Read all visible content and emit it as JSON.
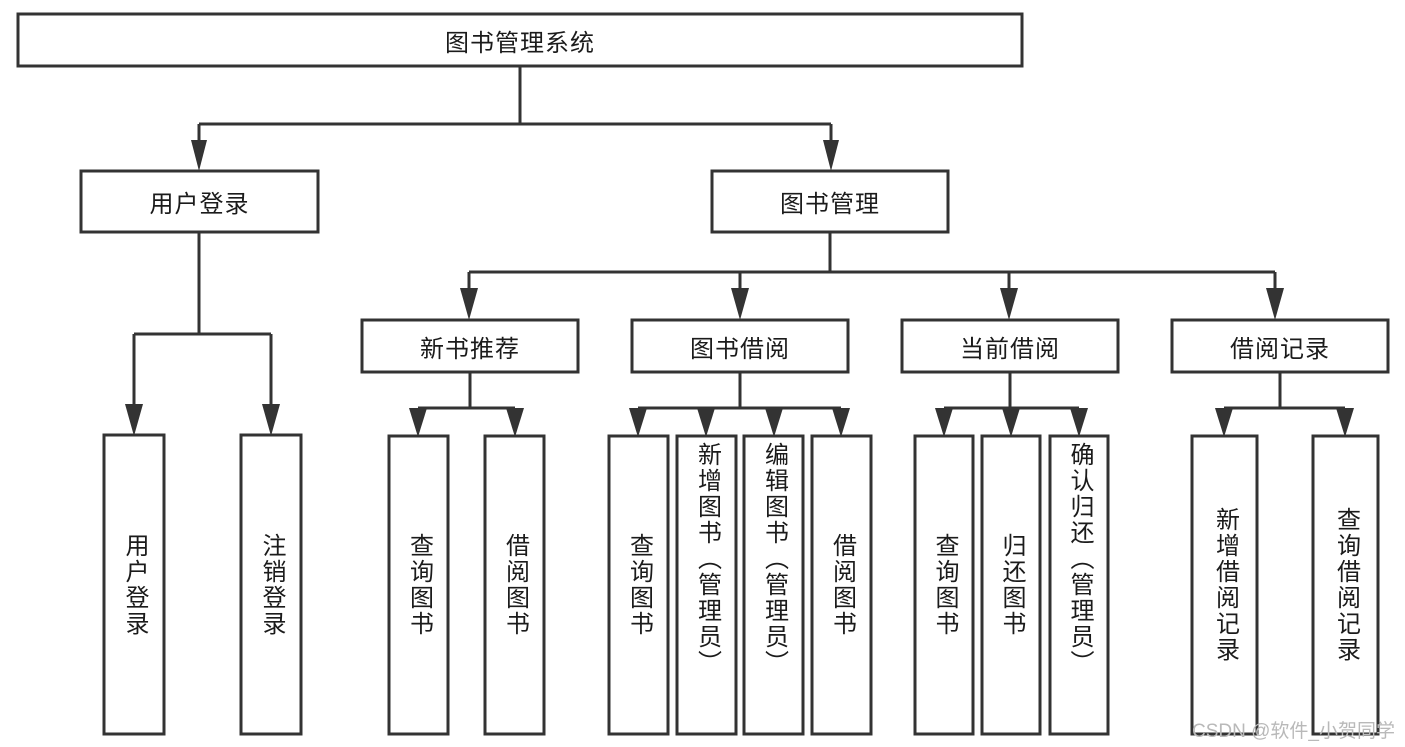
{
  "diagram": {
    "type": "tree",
    "title": "图书管理系统",
    "watermark": "CSDN @软件_小贺同学",
    "colors": {
      "box_stroke": "#333333",
      "box_fill": "#ffffff",
      "connector": "#333333",
      "text": "#1b1b1b",
      "watermark": "#b9b9b9"
    },
    "root": {
      "label": "图书管理系统"
    },
    "level2": [
      {
        "label": "用户登录"
      },
      {
        "label": "图书管理"
      }
    ],
    "level3": [
      {
        "label": "新书推荐"
      },
      {
        "label": "图书借阅"
      },
      {
        "label": "当前借阅"
      },
      {
        "label": "借阅记录"
      }
    ],
    "leaves": {
      "user_login": [
        {
          "label": "用户登录"
        },
        {
          "label": "注销登录"
        }
      ],
      "new_book_recommend": [
        {
          "label": "查询图书"
        },
        {
          "label": "借阅图书"
        }
      ],
      "book_borrow": [
        {
          "label": "查询图书"
        },
        {
          "label": "新增图书（管理员）"
        },
        {
          "label": "编辑图书（管理员）"
        },
        {
          "label": "借阅图书"
        }
      ],
      "current_borrow": [
        {
          "label": "查询图书"
        },
        {
          "label": "归还图书"
        },
        {
          "label": "确认归还（管理员）"
        }
      ],
      "borrow_record": [
        {
          "label": "新增借阅记录"
        },
        {
          "label": "查询借阅记录"
        }
      ]
    }
  }
}
